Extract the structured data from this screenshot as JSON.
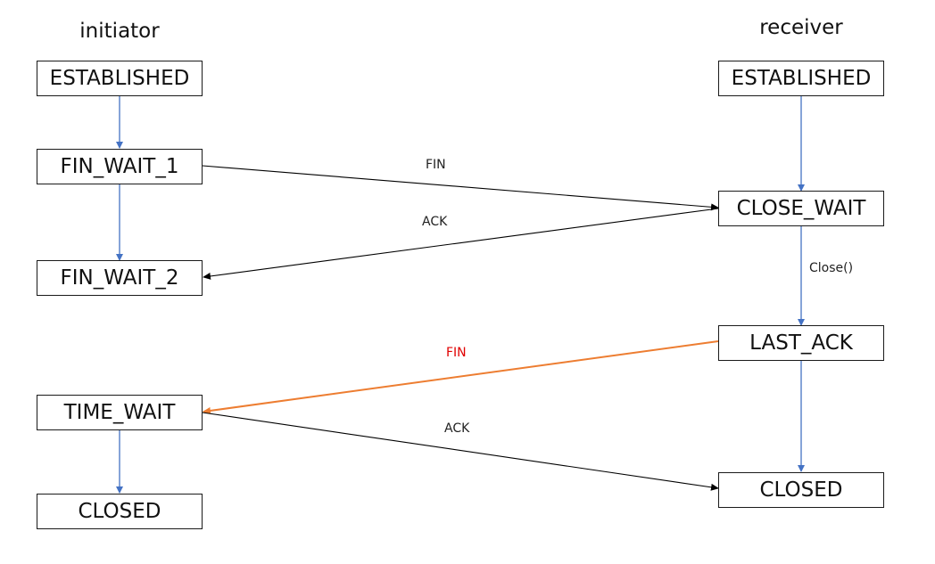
{
  "headings": {
    "initiator": "initiator",
    "receiver": "receiver"
  },
  "initiator_states": [
    "ESTABLISHED",
    "FIN_WAIT_1",
    "FIN_WAIT_2",
    "TIME_WAIT",
    "CLOSED"
  ],
  "receiver_states": [
    "ESTABLISHED",
    "CLOSE_WAIT",
    "LAST_ACK",
    "CLOSED"
  ],
  "messages": {
    "fin_1": "FIN",
    "ack_1": "ACK",
    "close_call": "Close()",
    "fin_2": "FIN",
    "ack_2": "ACK"
  },
  "colors": {
    "state_transition": "#4472C4",
    "message": "#000000",
    "final_fin": "#ED7D31",
    "final_fin_label": "#E00000"
  }
}
